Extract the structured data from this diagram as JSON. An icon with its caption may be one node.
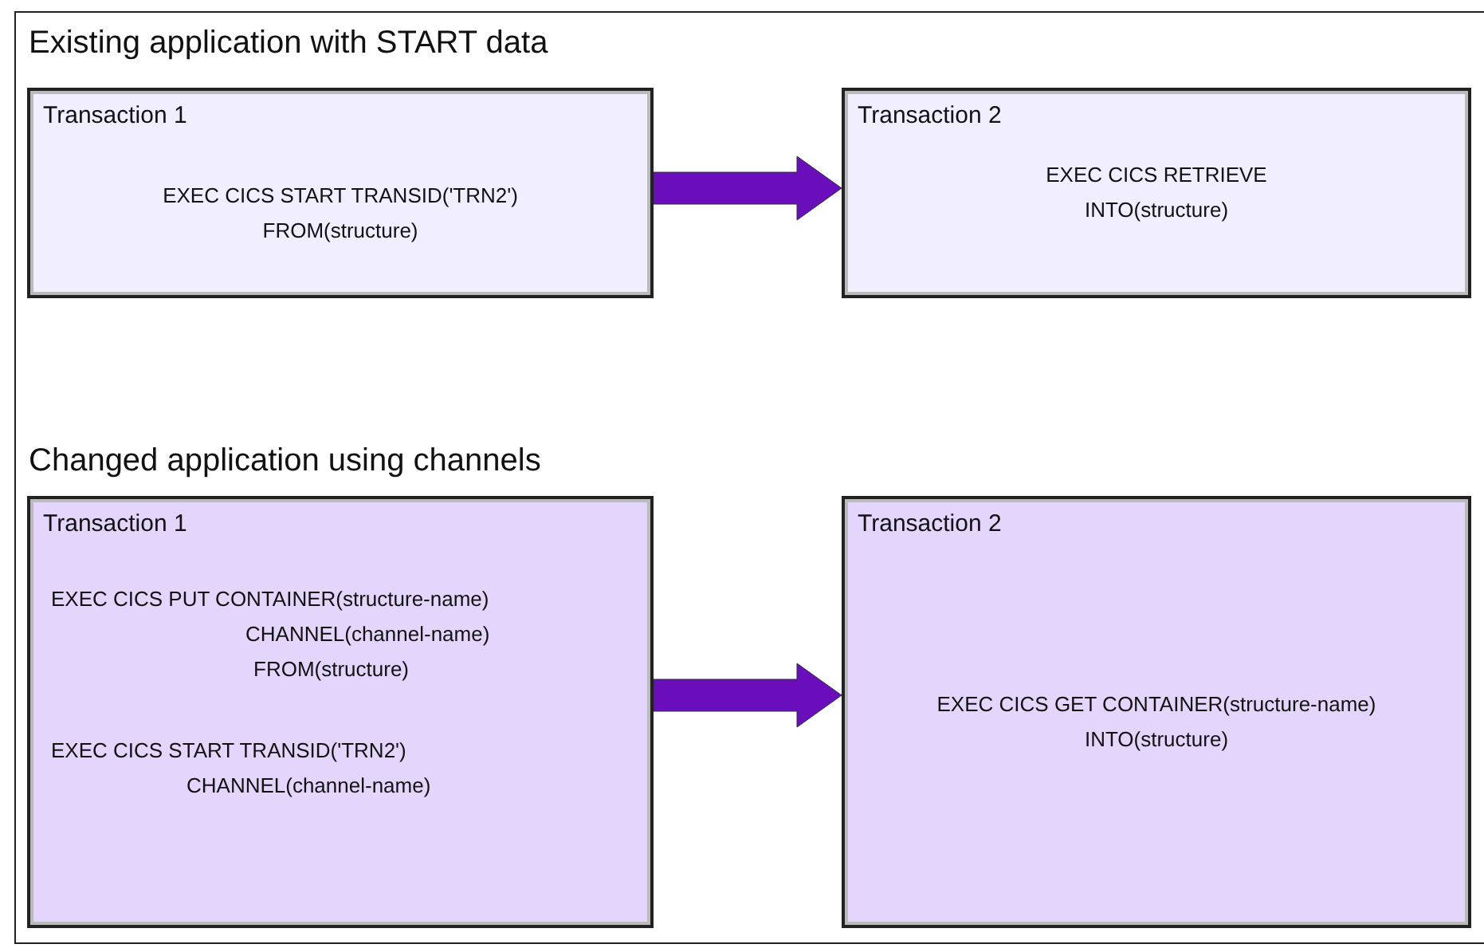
{
  "diagram": {
    "nodes": [
      {
        "text": [
          "Transaction 1",
          "EXEC CICS START TRANSID('TRN2') FROM(structure)"
        ]
      },
      {
        "text": [
          "Transaction 2",
          "EXEC CICS RETRIEVE INTO(structure)"
        ]
      },
      {
        "text": [
          "Transaction 1",
          "EXEC CICS PUT CONTAINER(structure-name) CHANNEL(channel-name) FROM(structure)",
          "EXEC CICS START TRANSID('TRN2') CHANNEL(channel-name)"
        ]
      },
      {
        "text": [
          "Transaction 2",
          "EXEC CICS GET CONTAINER(structure-name) INTO(structure)"
        ]
      }
    ],
    "edges": [
      {
        "from": 0,
        "to": 1,
        "arrow": "to",
        "style": "thick",
        "color": "#6a0dbb"
      },
      {
        "from": 2,
        "to": 3,
        "arrow": "to",
        "style": "thick",
        "color": "#6a0dbb"
      }
    ],
    "labels": [
      "Existing application with START data",
      "Changed application using channels"
    ]
  }
}
